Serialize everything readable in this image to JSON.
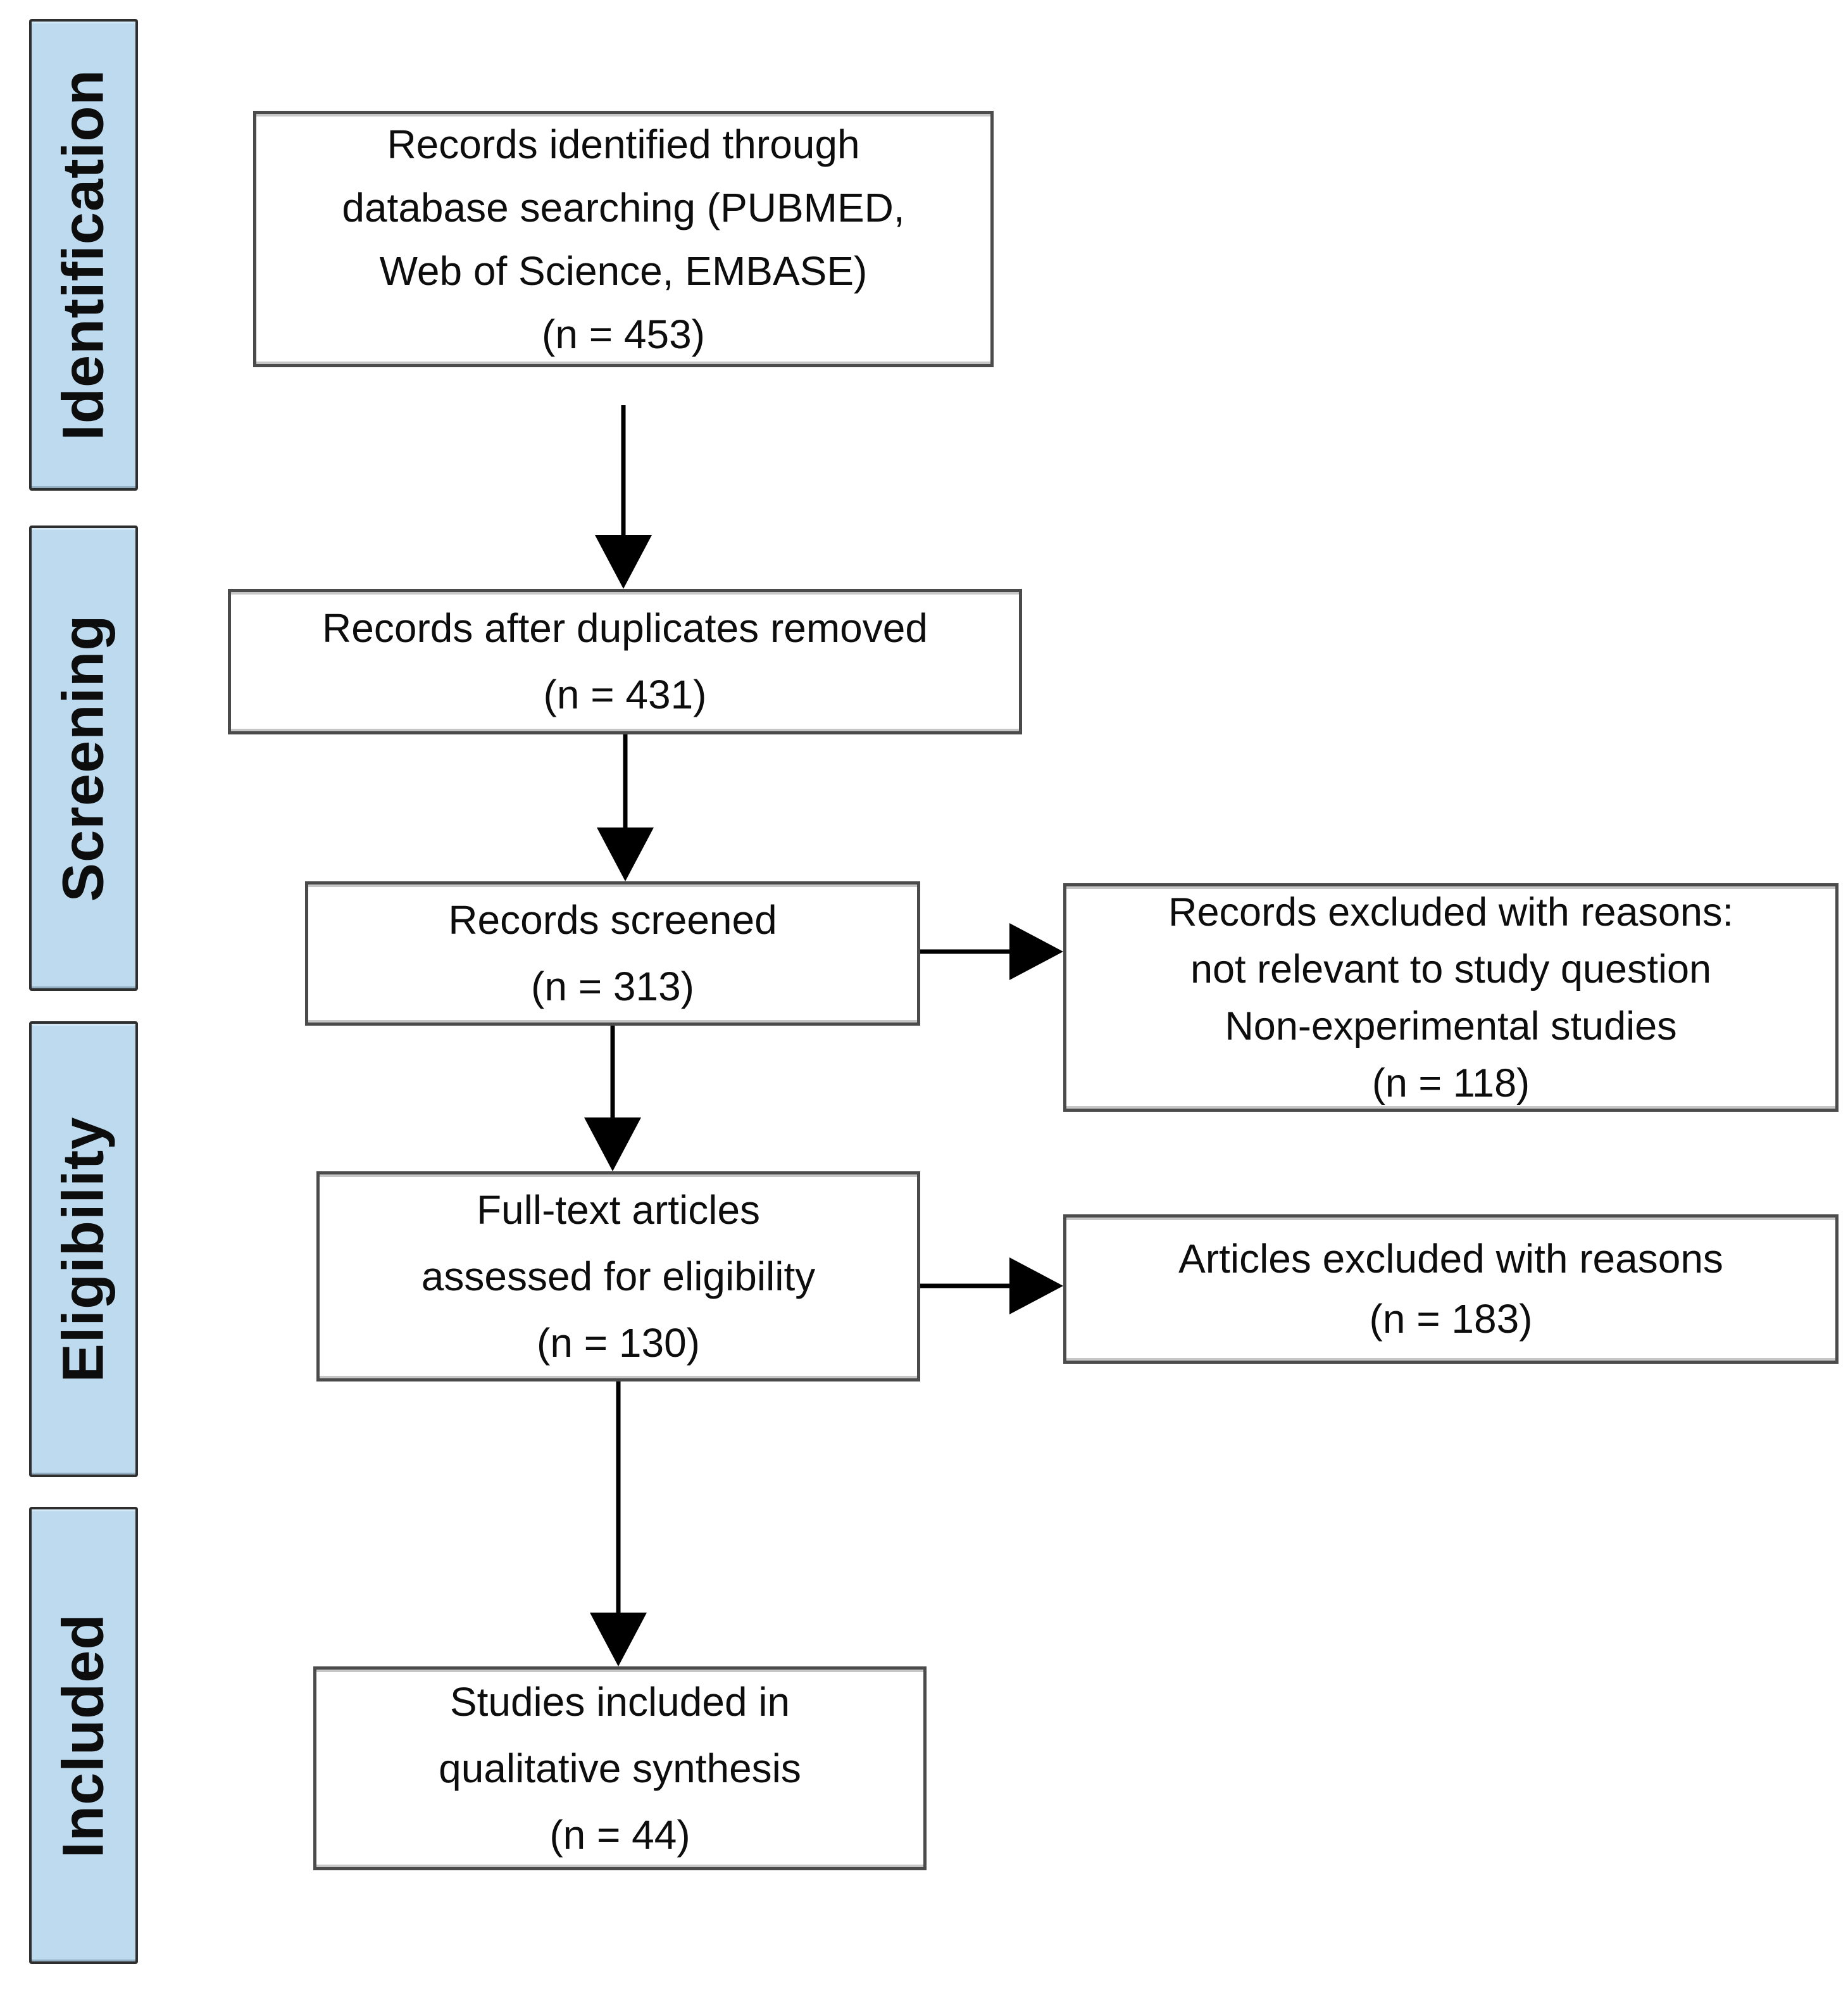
{
  "colors": {
    "stage_fill": "#BDDAEE",
    "stage_border": "#2e2e2e",
    "box_border": "#4b4b4b",
    "arrow": "#000000",
    "text": "#0d0d0d",
    "background": "#ffffff"
  },
  "stages": [
    {
      "label": "Identification"
    },
    {
      "label": "Screening"
    },
    {
      "label": "Eligibility"
    },
    {
      "label": "Included"
    }
  ],
  "boxes": {
    "identified": {
      "lines": [
        "Records identified through",
        "database searching (PUBMED,",
        "Web of Science, EMBASE)",
        "(n = 453)"
      ],
      "n": 453
    },
    "deduplicated": {
      "lines": [
        "Records after duplicates removed",
        "(n = 431)"
      ],
      "n": 431
    },
    "screened": {
      "lines": [
        "Records screened",
        "(n = 313)"
      ],
      "n": 313
    },
    "records_excluded": {
      "lines": [
        "Records excluded with reasons:",
        "not relevant to study question",
        "Non-experimental studies",
        "(n = 118)"
      ],
      "n": 118
    },
    "fulltext": {
      "lines": [
        "Full-text articles",
        "assessed for eligibility",
        "(n = 130)"
      ],
      "n": 130
    },
    "articles_excluded": {
      "lines": [
        "Articles excluded with reasons",
        "(n = 183)"
      ],
      "n": 183
    },
    "qualitative": {
      "lines": [
        "Studies included in",
        "qualitative synthesis",
        "(n = 44)"
      ],
      "n": 44
    }
  }
}
